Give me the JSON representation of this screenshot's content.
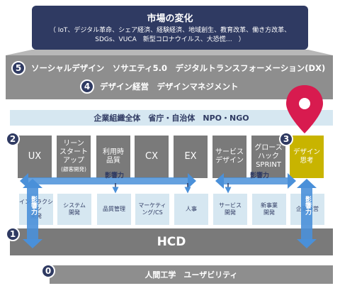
{
  "banner": {
    "title": "市場の変化",
    "body": "（ IoT、デジタル革命、シェア経済、経験経済、地域創生、教育改革、働き方改革、SDGs、VUCA　新型コロナウイルス、大恐慌…　）"
  },
  "levels": {
    "five": {
      "number": "5",
      "text": "ソーシャルデザイン　ソサエティ5.0　デジタルトランスフォーメーション(DX)"
    },
    "four": {
      "number": "4",
      "text": "デザイン経営　デザインマネジメント"
    },
    "two": {
      "number": "2"
    },
    "three": {
      "number": "3"
    },
    "one": {
      "number": "1"
    },
    "zero": {
      "number": "0"
    }
  },
  "scope": "企業組織全体　省庁・自治体　NPO・NGO",
  "methods": [
    {
      "label": "UX",
      "sub": ""
    },
    {
      "label": "リーン\nスタート\nアップ",
      "sub": "(顧客開発)"
    },
    {
      "label": "利用時\n品質",
      "sub": ""
    },
    {
      "label": "CX",
      "sub": ""
    },
    {
      "label": "EX",
      "sub": ""
    },
    {
      "label": "サービス\nデザイン",
      "sub": ""
    },
    {
      "label": "グロース\nハック\nSPRINT",
      "sub": ""
    },
    {
      "label": "デザイン\n思考",
      "sub": ""
    }
  ],
  "departments": [
    "インタラクション\n開発",
    "システム\n開発",
    "品質管理",
    "マーケティ\nング/CS",
    "人事",
    "サービス\n開発",
    "新事業\n開発",
    "企業経営"
  ],
  "influence_label": "影響力",
  "hcd": "HCD",
  "ergonomics": "人間工学　ユーザビリティ",
  "colors": {
    "navy": "#2f3a62",
    "gray": "#7a7a7a",
    "light_blue": "#d6e7f1",
    "arrow_blue": "#4a90d9",
    "pin_red": "#d81b4f",
    "highlight_yellow": "#c8b400"
  }
}
